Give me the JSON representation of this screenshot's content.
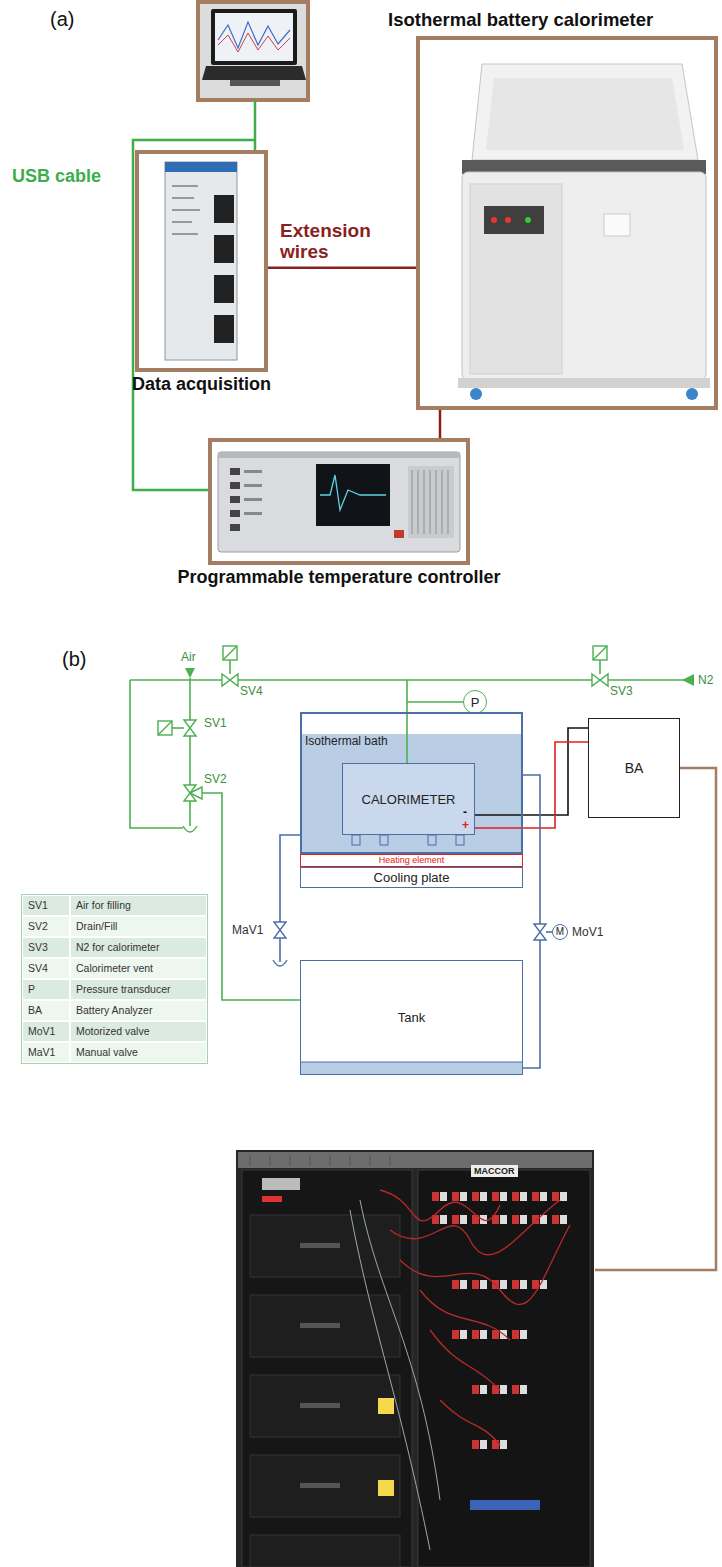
{
  "diagram": {
    "nodes": [
      {
        "text": [
          "Isothermal battery calorimeter"
        ]
      },
      {
        "text": [
          "Data acquisition"
        ]
      },
      {
        "text": [
          "Programmable temperature controller"
        ]
      },
      {
        "text": [
          "P"
        ]
      },
      {
        "text": [
          "Isothermal bath"
        ]
      },
      {
        "text": [
          "CALORIMETER"
        ],
        "in": 4
      },
      {
        "text": [
          "BA"
        ]
      },
      {
        "text": [
          "Heating element"
        ]
      },
      {
        "text": [
          "Cooling plate"
        ]
      },
      {
        "text": [
          "M"
        ]
      },
      {
        "text": [
          "Tank"
        ]
      }
    ],
    "edges": [
      {
        "from": 1,
        "to": 0,
        "label": "Extension wires",
        "arrow": "none"
      },
      {
        "from": 0,
        "to": 2,
        "arrow": "none"
      },
      {
        "from": 6,
        "to": 5,
        "arrow": "none"
      },
      {
        "from": 6,
        "to": 5,
        "arrow": "none"
      },
      {
        "from": 4,
        "to": 10,
        "arrow": "none"
      }
    ],
    "labels": [
      "(a)",
      "USB cable",
      "(b)",
      "Air",
      "SV4",
      "SV3",
      "N2",
      "SV1",
      "SV2",
      "MaV1",
      "MoV1",
      "-",
      "+",
      "SV1",
      "Air for filling",
      "SV2",
      "Drain/Fill",
      "SV3",
      "N2 for calorimeter",
      "SV4",
      "Calorimeter vent",
      "P",
      "Pressure transducer",
      "BA",
      "Battery Analyzer",
      "MoV1",
      "Motorized valve",
      "MaV1",
      "Manual valve",
      "MACCOR"
    ]
  }
}
